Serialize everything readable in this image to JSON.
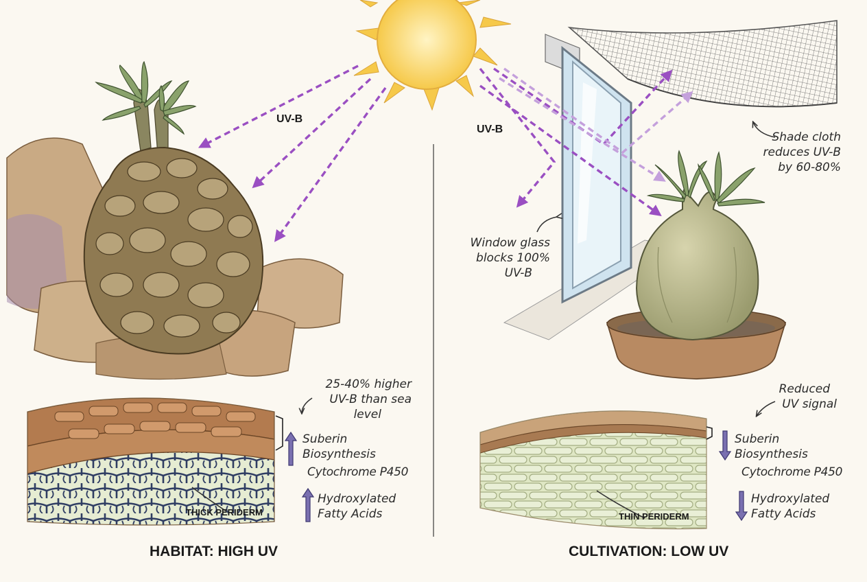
{
  "colors": {
    "uv_arrow": "#9a4fc2",
    "up_arrow": "#7a70b0",
    "sun": "#f6c94a",
    "rock": "#c4a07a",
    "caudex_habitat": "#8f7a52",
    "caudex_cultivated": "#b4b48a",
    "pot": "#b88a62",
    "periderm_thick": "#b37b4f",
    "periderm_thin": "#c9a37a",
    "cell_fill": "#dfe8c9",
    "suberin_net": "#3d4a6b"
  },
  "icons": {
    "sun": "sun-icon",
    "uv_ray": "dashed-arrow-icon",
    "increase": "up-arrow-icon",
    "decrease": "down-arrow-icon",
    "pointer": "curved-arrow-icon"
  },
  "left": {
    "uv_label": "UV-B",
    "altitude_note": [
      "25-40% higher",
      "UV-B than sea",
      "level"
    ],
    "suberin": [
      "Suberin",
      "Biosynthesis"
    ],
    "cytochrome": "Cytochrome P450",
    "fatty_acids": [
      "Hydroxylated",
      "Fatty Acids"
    ],
    "periderm_label": "THICK PERIDERM",
    "title": "HABITAT: HIGH UV"
  },
  "right": {
    "uv_label": "UV-B",
    "shade_note": [
      "Shade cloth",
      "reduces UV-B",
      "by 60-80%"
    ],
    "window_note": [
      "Window glass",
      "blocks 100%",
      "UV-B"
    ],
    "signal_note": [
      "Reduced",
      "UV signal"
    ],
    "suberin": [
      "Suberin",
      "Biosynthesis"
    ],
    "cytochrome": "Cytochrome P450",
    "fatty_acids": [
      "Hydroxylated",
      "Fatty Acids"
    ],
    "periderm_label": "THIN PERIDERM",
    "title": "CULTIVATION: LOW UV"
  }
}
